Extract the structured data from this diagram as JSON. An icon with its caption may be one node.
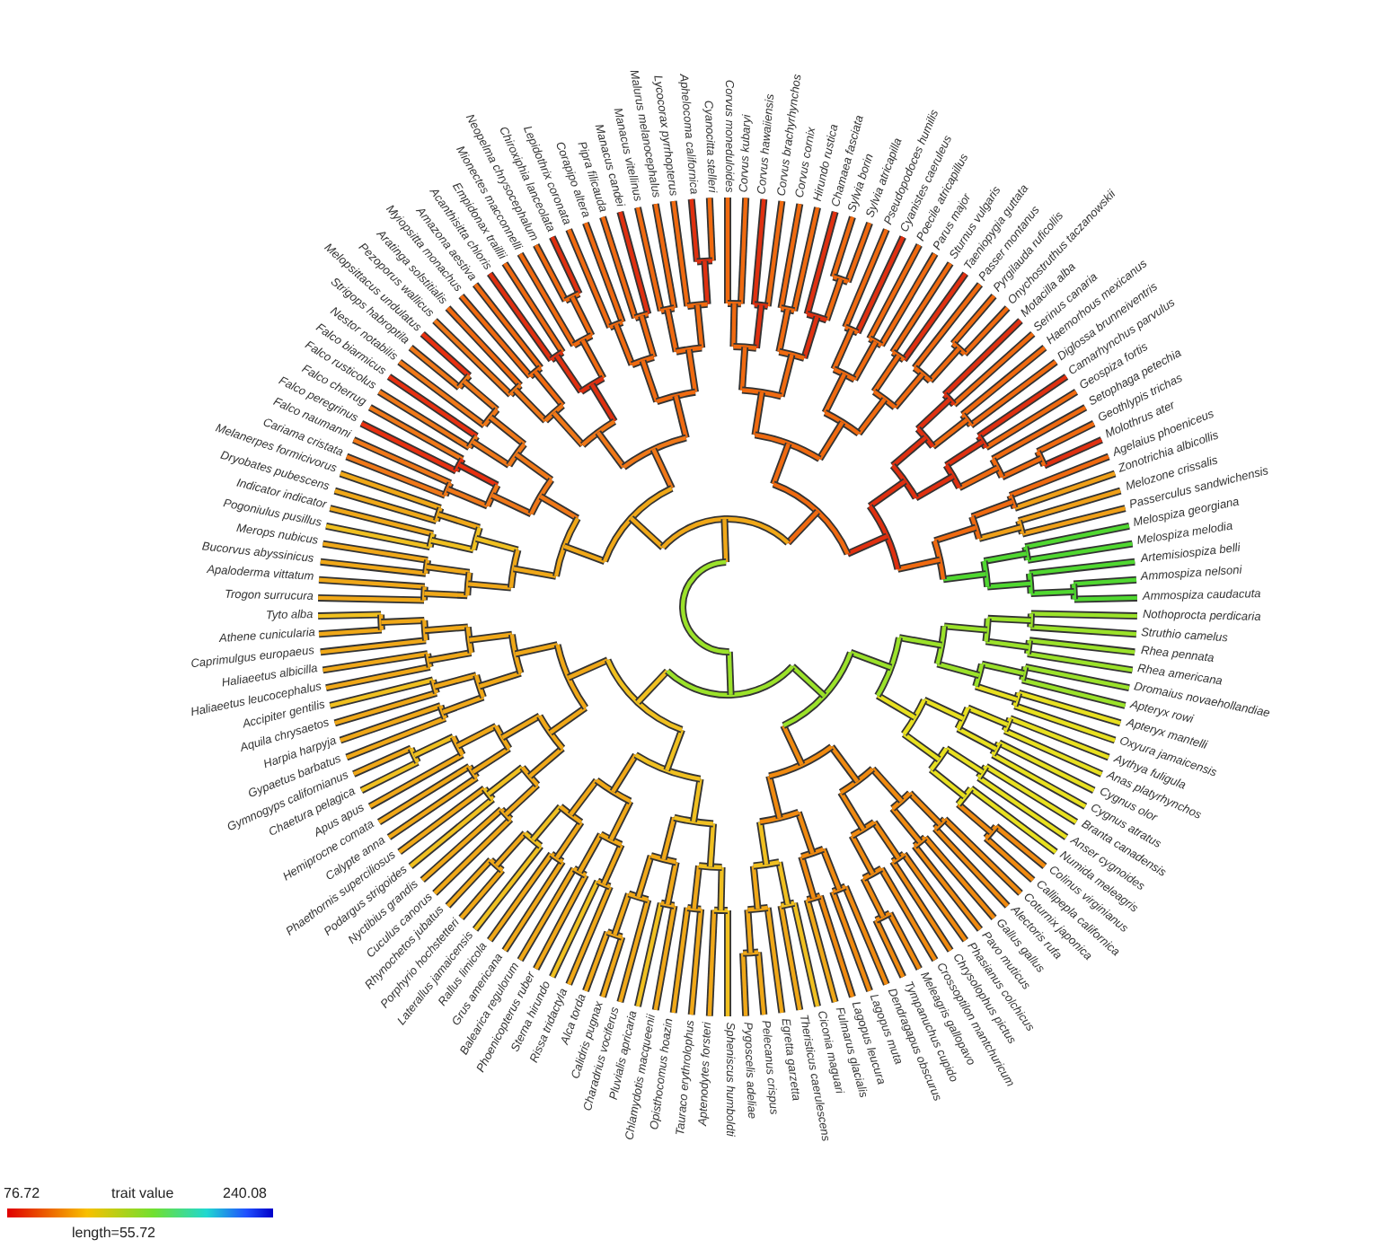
{
  "diagram": {
    "labels": [
      "Trogon surrucura",
      "Apaloderma vittatum",
      "Bucorvus abyssinicus",
      "Merops nubicus",
      "Pogoniulus pusillus",
      "Indicator indicator",
      "Dryobates pubescens",
      "Melanerpes formicivorus",
      "Cariama cristata",
      "Falco naumanni",
      "Falco peregrinus",
      "Falco cherrug",
      "Falco rusticolus",
      "Falco biarmicus",
      "Nestor notabilis",
      "Strigops habroptila",
      "Melopsittacus undulatus",
      "Pezoporus wallicus",
      "Aratinga solstitialis",
      "Myiopsitta monachus",
      "Amazona aestiva",
      "Acanthisitta chloris",
      "Empidonax traillii",
      "Mionectes macconnelli",
      "Neopelma chrysocephalum",
      "Chiroxiphia lanceolata",
      "Lepidothrix coronata",
      "Corapipo altera",
      "Pipra filicauda",
      "Manacus candei",
      "Manacus vitellinus",
      "Malurus melanocephalus",
      "Lycocorax pyrrhopterus",
      "Aphelocoma californica",
      "Cyanocitta stelleri",
      "Corvus moneduloides",
      "Corvus kubaryi",
      "Corvus hawaiiensis",
      "Corvus brachyrhynchos",
      "Corvus cornix",
      "Hirundo rustica",
      "Chamaea fasciata",
      "Sylvia borin",
      "Sylvia atricapilla",
      "Pseudopodoces humilis",
      "Cyanistes caeruleus",
      "Poecile atricapillus",
      "Parus major",
      "Sturnus vulgaris",
      "Taeniopygia guttata",
      "Passer montanus",
      "Pyrgilauda ruficollis",
      "Onychostruthus taczanowskii",
      "Motacilla alba",
      "Serinus canaria",
      "Haemorhous mexicanus",
      "Diglossa brunneiventris",
      "Camarhynchus parvulus",
      "Geospiza fortis",
      "Setophaga petechia",
      "Geothlypis trichas",
      "Molothrus ater",
      "Agelaius phoeniceus",
      "Zonotrichia albicollis",
      "Melozone crissalis",
      "Passerculus sandwichensis",
      "Melospiza georgiana",
      "Melospiza melodia",
      "Artemisiospiza belli",
      "Ammospiza nelsoni",
      "Ammospiza caudacuta",
      "Tyto alba",
      "Athene cunicularia",
      "Caprimulgus europaeus",
      "Haliaeetus albicilla",
      "Haliaeetus leucocephalus",
      "Accipiter gentilis",
      "Aquila chrysaetos",
      "Harpia harpyja",
      "Gypaetus barbatus",
      "Gymnogyps californianus",
      "Chaetura pelagica",
      "Apus apus",
      "Hemiprocne comata",
      "Calypte anna",
      "Phaethornis superciliosus",
      "Podargus strigoides",
      "Nyctibius grandis",
      "Cuculus canorus",
      "Rhynochetos jubatus",
      "Porphyrio hochstetteri",
      "Laterallus jamaicensis",
      "Rallus limicola",
      "Grus americana",
      "Balearica regulorum",
      "Phoenicopterus ruber",
      "Sterna hirundo",
      "Rissa tridactyla",
      "Alca torda",
      "Calidris pugnax",
      "Charadrius vociferus",
      "Pluvialis apricaria",
      "Chlamydotis macqueenii",
      "Opisthocomus hoazin",
      "Tauraco erythrolophus",
      "Aptenodytes forsteri",
      "Spheniscus humboldti",
      "Pygoscelis adeliae",
      "Pelecanus crispus",
      "Egretta garzetta",
      "Theristicus caerulescens",
      "Ciconia maguari",
      "Fulmarus glacialis",
      "Lagopus leucura",
      "Lagopus muta",
      "Dendragapus obscurus",
      "Tympanuchus cupido",
      "Meleagris gallopavo",
      "Crossoptilon mantchuricum",
      "Chrysolophus pictus",
      "Phasianus colchicus",
      "Pavo muticus",
      "Gallus gallus",
      "Alectoris rufa",
      "Coturnix japonica",
      "Callipepla californica",
      "Colinus virginianus",
      "Numida meleagris",
      "Anser cygnoides",
      "Branta canadensis",
      "Cygnus atratus",
      "Cygnus olor",
      "Anas platyrhynchos",
      "Aythya fuligula",
      "Oxyura jamaicensis",
      "Apteryx mantelli",
      "Apteryx rowi",
      "Dromaius novaehollandiae",
      "Rhea americana",
      "Rhea pennata",
      "Struthio camelus",
      "Nothoprocta perdicaria",
      "76.72",
      "trait value",
      "240.08",
      "length=55.72"
    ]
  }
}
